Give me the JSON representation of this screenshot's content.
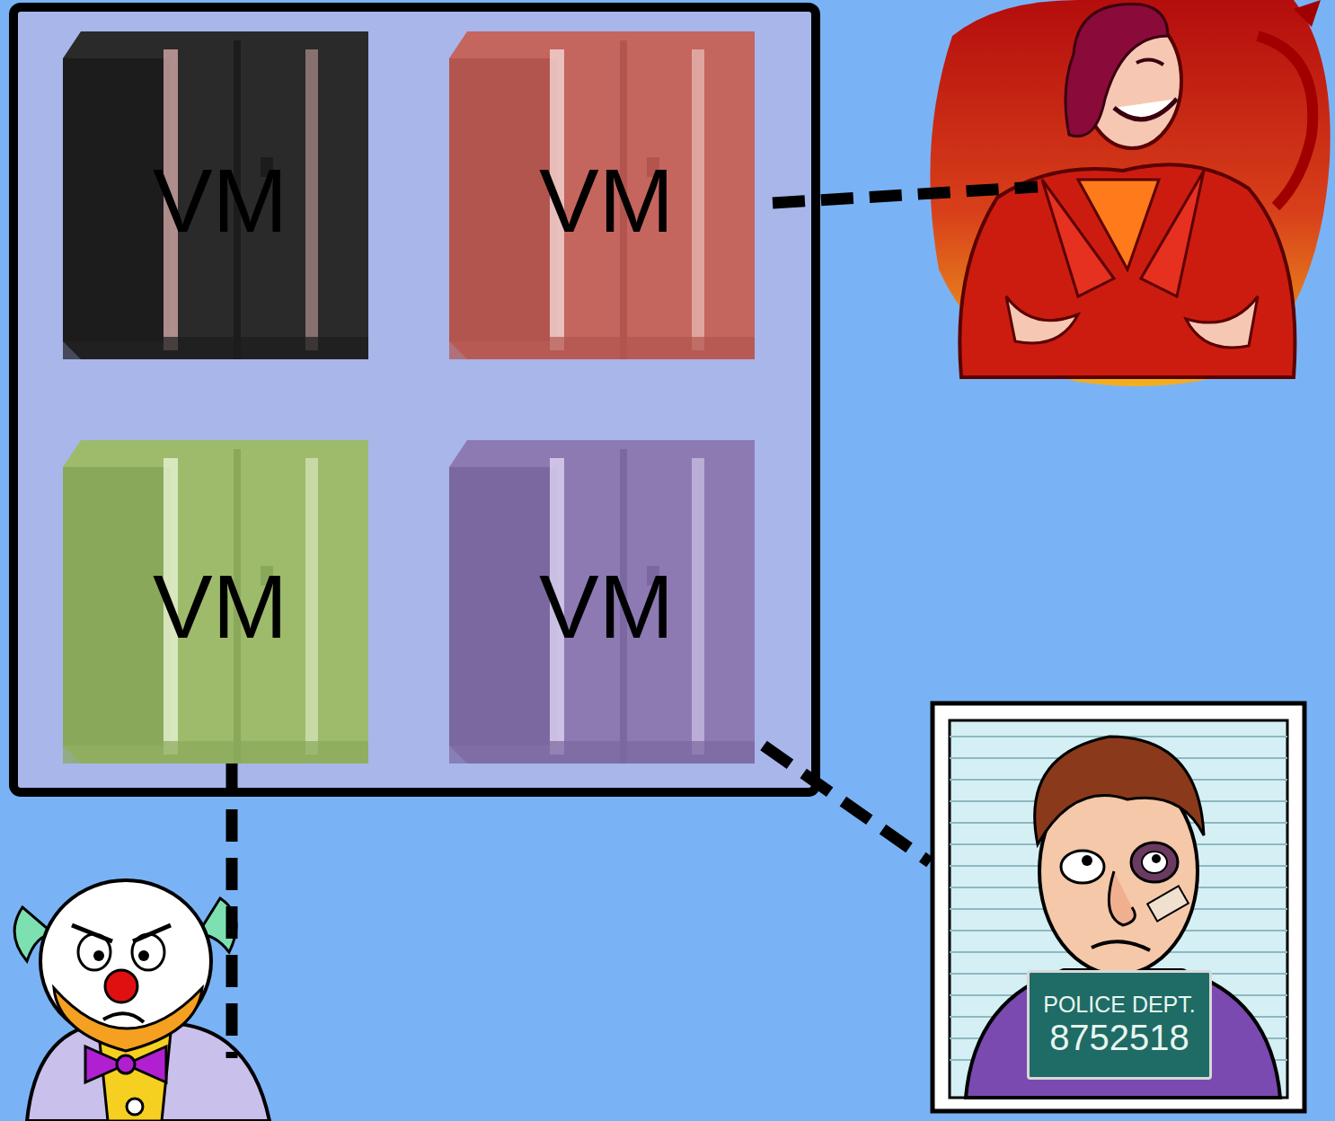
{
  "diagram": {
    "nodes": [
      {
        "text": [
          "VM"
        ]
      },
      {
        "text": [
          "VM"
        ]
      },
      {
        "text": [
          "VM"
        ]
      },
      {
        "text": [
          "VM"
        ]
      },
      {
        "text": [
          "POLICE DEPT.",
          "8752518"
        ]
      }
    ],
    "edges": [
      {
        "from": 3,
        "to": 4,
        "arrow": "none"
      }
    ]
  }
}
